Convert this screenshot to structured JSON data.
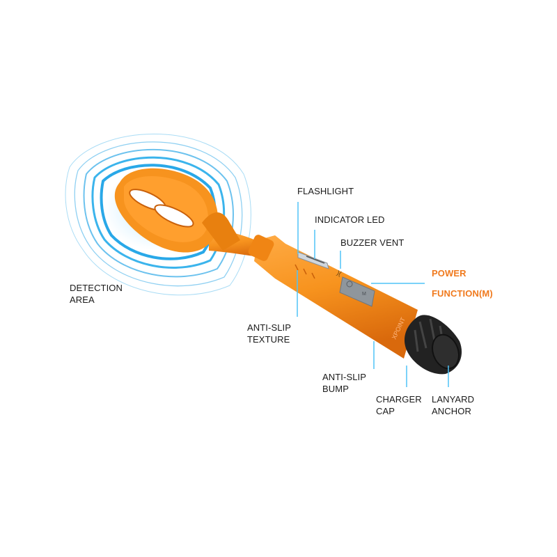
{
  "labels": {
    "flashlight": "FLASHLIGHT",
    "indicator_led": "INDICATOR LED",
    "buzzer_vent": "BUZZER VENT",
    "power": "POWER",
    "function": "FUNCTION(M)",
    "detection_area": [
      "DETECTION",
      "AREA"
    ],
    "anti_slip_texture": [
      "ANTI-SLIP",
      "TEXTURE"
    ],
    "anti_slip_bump": [
      "ANTI-SLIP",
      "BUMP"
    ],
    "charger_cap": [
      "CHARGER",
      "CAP"
    ],
    "lanyard_anchor": [
      "LANYARD",
      "ANCHOR"
    ]
  },
  "product_branding": "XPOINT",
  "colors": {
    "body": "#f7931e",
    "body_dark": "#e0700f",
    "leader_line": "#4fc3f7",
    "wave": "#3bb4ec",
    "highlight_text": "#f07a1e",
    "cap": "#222222"
  }
}
